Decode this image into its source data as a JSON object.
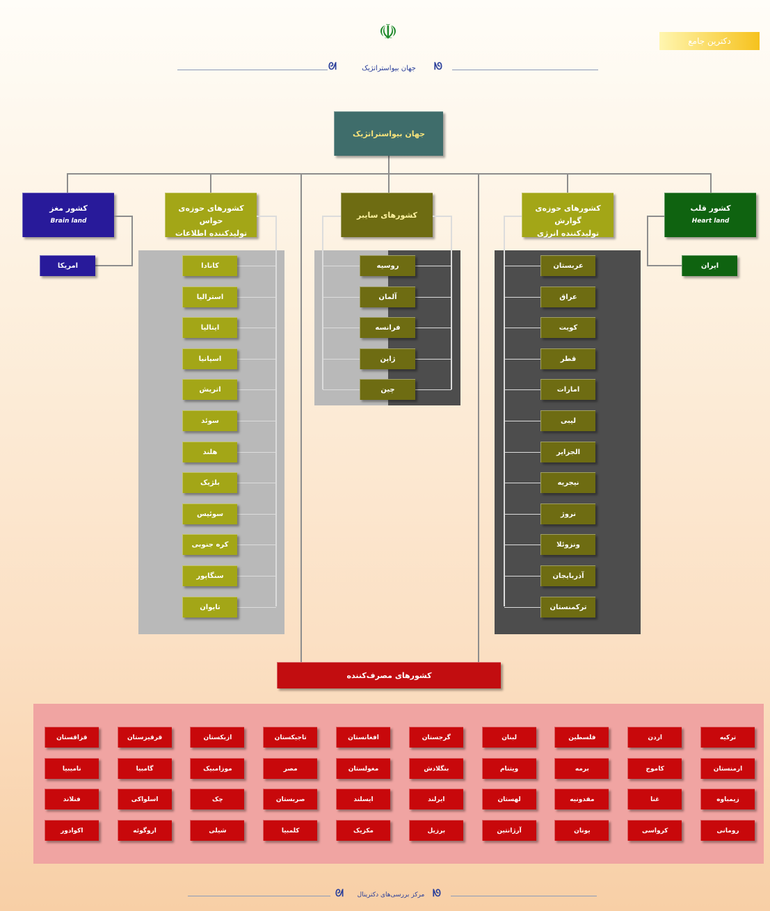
{
  "header": {
    "emblem_glyph": "☫",
    "badge": "دکترین جامع",
    "title": "جهان بیواستراتژیک",
    "ornament_left": "ᘛ",
    "ornament_right": "ᘚ"
  },
  "root": {
    "label": "جهان بیواستراتژیک"
  },
  "categories": {
    "brain": {
      "title": "کشور مغز",
      "subtitle": "Brain land"
    },
    "info": {
      "title": "کشورهای حوزه‌ی حواس",
      "subtitle": "تولیدکننده اطلاعات"
    },
    "cyber": {
      "title": "کشورهای سایبر",
      "subtitle": ""
    },
    "energy": {
      "title": "کشورهای حوزه‌ی گوارش",
      "subtitle": "تولیدکننده انرژی"
    },
    "heart": {
      "title": "کشور قلب",
      "subtitle": "Heart land"
    }
  },
  "brain_leaf": "امریکا",
  "heart_leaf": "ایران",
  "info_leaves": [
    "کانادا",
    "استرالیا",
    "ایتالیا",
    "اسپانیا",
    "اتریش",
    "سوئد",
    "هلند",
    "بلژیک",
    "سوئیس",
    "کره جنوبی",
    "سنگاپور",
    "تایوان"
  ],
  "cyber_leaves": [
    "روسیه",
    "آلمان",
    "فرانسه",
    "ژاپن",
    "چین"
  ],
  "energy_leaves": [
    "عربستان",
    "عراق",
    "کویت",
    "قطر",
    "امارات",
    "لیبی",
    "الجزایر",
    "نیجریه",
    "نروژ",
    "ونزوئلا",
    "آذربایجان",
    "ترکمنستان"
  ],
  "consumer": {
    "label": "کشورهای مصرف‌کننده",
    "rows": [
      [
        "ترکیه",
        "اردن",
        "فلسطین",
        "لبنان",
        "گرجستان",
        "افغانستان",
        "تاجیکستان",
        "ازبکستان",
        "قرقیزستان",
        "قزاقستان"
      ],
      [
        "ارمنستان",
        "کاموج",
        "برمه",
        "ویتنام",
        "بنگلادش",
        "مغولستان",
        "مصر",
        "موزامبیک",
        "گامبیا",
        "نامیبیا"
      ],
      [
        "زیمباوه",
        "غنا",
        "مقدونیه",
        "لهستان",
        "ایرلند",
        "ایسلند",
        "صربستان",
        "چک",
        "اسلواکی",
        "فنلاند"
      ],
      [
        "رومانی",
        "کرواسی",
        "یونان",
        "آرژانتین",
        "برزیل",
        "مکزیک",
        "کلمبیا",
        "شیلی",
        "اروگوئه",
        "اکوادور"
      ]
    ]
  },
  "footer": {
    "text": "مرکز بررسی‌های دکترینال"
  }
}
